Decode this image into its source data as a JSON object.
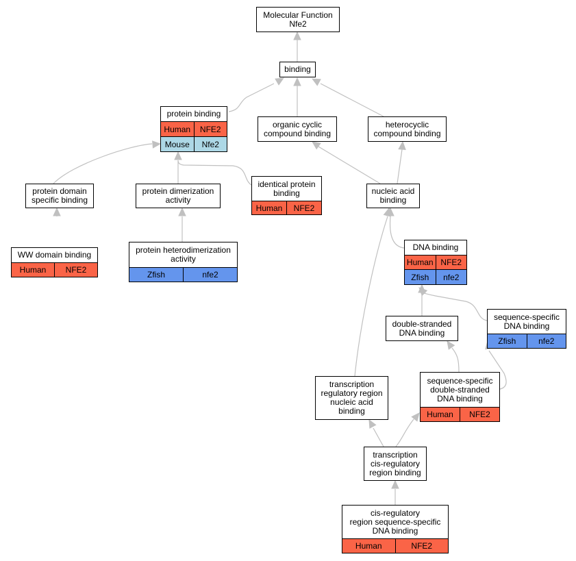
{
  "nodes": {
    "mf": {
      "title": [
        "Molecular Function",
        "Nfe2"
      ]
    },
    "binding": {
      "title": [
        "binding"
      ]
    },
    "protein_binding": {
      "title": [
        "protein binding"
      ],
      "rows": [
        [
          "Human",
          "NFE2"
        ],
        [
          "Mouse",
          "Nfe2"
        ]
      ]
    },
    "organic_cyclic": {
      "title": [
        "organic cyclic",
        "compound binding"
      ]
    },
    "heterocyclic": {
      "title": [
        "heterocyclic",
        "compound binding"
      ]
    },
    "protein_domain": {
      "title": [
        "protein domain",
        "specific binding"
      ]
    },
    "protein_dimerization": {
      "title": [
        "protein dimerization",
        "activity"
      ]
    },
    "identical_protein": {
      "title": [
        "identical protein",
        "binding"
      ],
      "rows": [
        [
          "Human",
          "NFE2"
        ]
      ]
    },
    "nucleic_acid": {
      "title": [
        "nucleic acid",
        "binding"
      ]
    },
    "ww_domain": {
      "title": [
        "WW domain binding"
      ],
      "rows": [
        [
          "Human",
          "NFE2"
        ]
      ]
    },
    "protein_heterodimerization": {
      "title": [
        "protein heterodimerization",
        "activity"
      ],
      "rows": [
        [
          "Zfish",
          "nfe2"
        ]
      ]
    },
    "dna_binding": {
      "title": [
        "DNA binding"
      ],
      "rows": [
        [
          "Human",
          "NFE2"
        ],
        [
          "Zfish",
          "nfe2"
        ]
      ]
    },
    "ds_dna": {
      "title": [
        "double-stranded",
        "DNA binding"
      ]
    },
    "ss_dna": {
      "title": [
        "sequence-specific",
        "DNA binding"
      ],
      "rows": [
        [
          "Zfish",
          "nfe2"
        ]
      ]
    },
    "ss_ds_dna": {
      "title": [
        "sequence-specific",
        "double-stranded",
        "DNA binding"
      ],
      "rows": [
        [
          "Human",
          "NFE2"
        ]
      ]
    },
    "trr_nucleic": {
      "title": [
        "transcription",
        "regulatory region",
        "nucleic acid",
        "binding"
      ]
    },
    "tcr_binding": {
      "title": [
        "transcription",
        "cis-regulatory",
        "region binding"
      ]
    },
    "cis_reg": {
      "title": [
        "cis-regulatory",
        "region sequence-specific",
        "DNA binding"
      ],
      "rows": [
        [
          "Human",
          "NFE2"
        ]
      ]
    }
  },
  "colors": {
    "human": "#fa6447",
    "mouse": "#add8e6",
    "zfish": "#6495ed",
    "edge": "#c0c0c0"
  }
}
